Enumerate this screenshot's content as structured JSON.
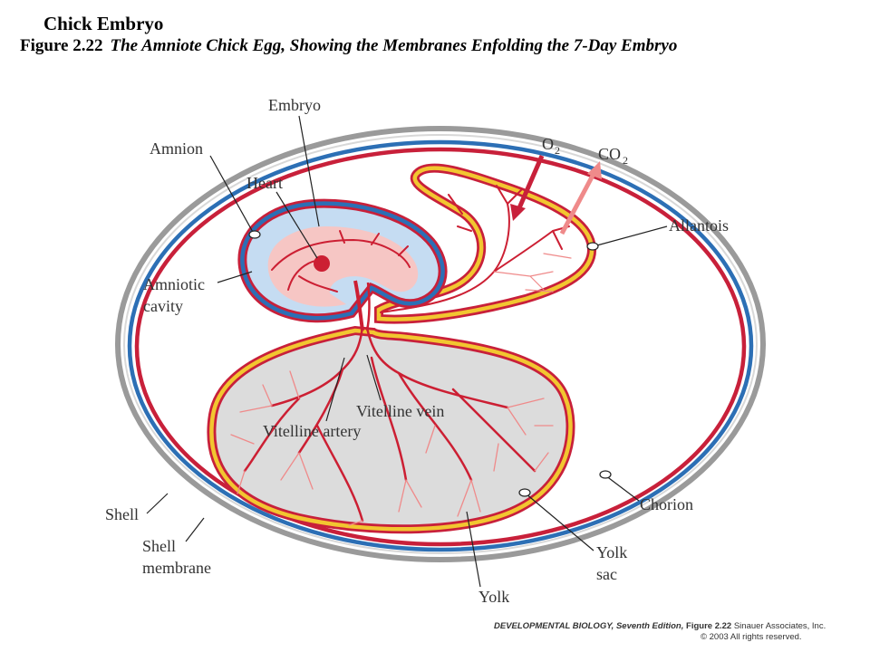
{
  "header": {
    "title": "Chick Embryo",
    "figure_number": "Figure 2.22",
    "caption": "The Amniote Chick Egg, Showing the Membranes Enfolding the 7-Day Embryo"
  },
  "labels": {
    "embryo": "Embryo",
    "amnion": "Amnion",
    "heart": "Heart",
    "amniotic_cavity_1": "Amniotic",
    "amniotic_cavity_2": "cavity",
    "o2": "O",
    "o2_sub": "2",
    "co2": "CO",
    "co2_sub": "2",
    "allantois": "Allantois",
    "vitelline_vein": "Vitelline vein",
    "vitelline_artery": "Vitelline artery",
    "chorion": "Chorion",
    "shell": "Shell",
    "shell_membrane_1": "Shell",
    "shell_membrane_2": "membrane",
    "yolk_sac_1": "Yolk",
    "yolk_sac_2": "sac",
    "yolk": "Yolk"
  },
  "credit": {
    "book": "DEVELOPMENTAL BIOLOGY, Seventh Edition,",
    "figure": "Figure 2.22",
    "publisher": "Sinauer Associates, Inc.",
    "copyright": "© 2003 All rights reserved."
  },
  "colors": {
    "shell": "#9a9a9a",
    "membrane_red": "#c8203a",
    "membrane_blue": "#2c6fb5",
    "yolk_sac_yellow": "#f2c630",
    "yolk_fill": "#dcdcdc",
    "amnion_fill": "#c5dcf2",
    "embryo_fill": "#f6c6c4",
    "vessel": "#cc1f33",
    "vessel_light": "#ef8a8a"
  }
}
